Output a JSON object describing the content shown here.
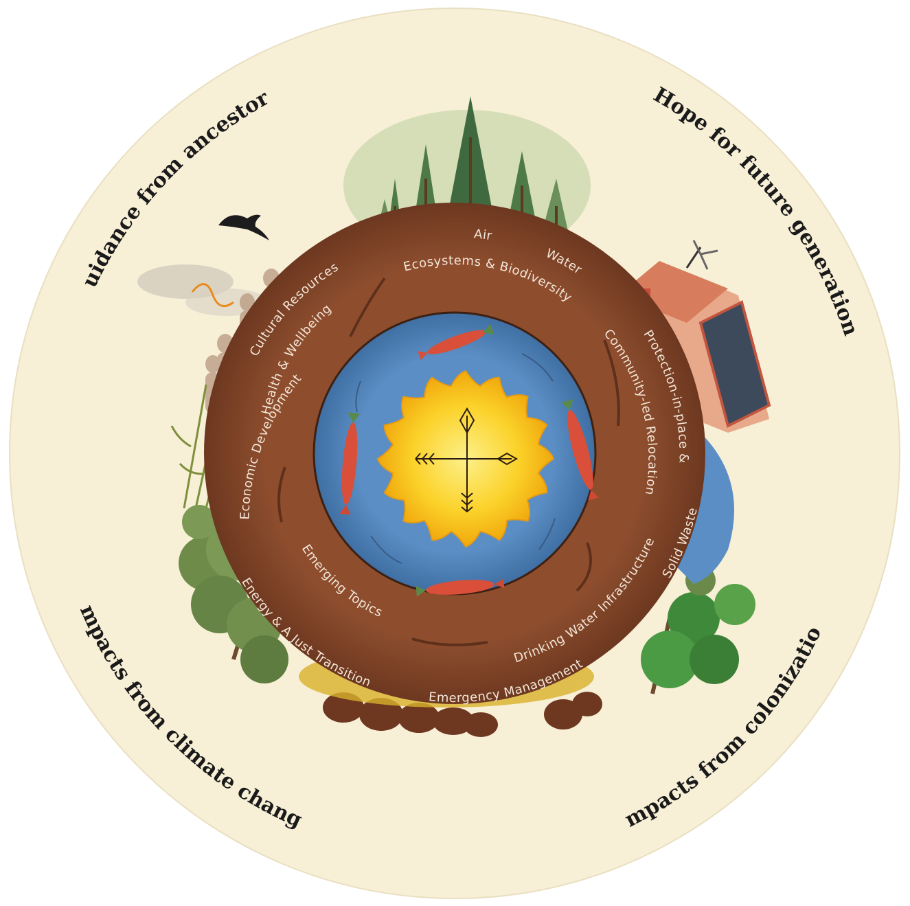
{
  "colors": {
    "background": "#f7efd6",
    "soil": "#8a4a2c",
    "soil_dark": "#6a341e",
    "water": "#4f82b8",
    "sun": "#f5b60e",
    "text_light": "#f3e6d8",
    "ink": "#1a1a1a"
  },
  "quadrants": {
    "top_left": "Guidance from ancestors",
    "top_right": "Hope for future generations",
    "bottom_left": "Impacts from climate change",
    "bottom_right": "Impacts from colonization"
  },
  "topics": {
    "cultural_resources": "Cultural Resources",
    "air": "Air",
    "water": "Water",
    "ecosystems": "Ecosystems & Biodiversity",
    "health": "Health & Wellbeing",
    "economic": "Economic Development",
    "protection": "Protection-in-place &",
    "community": "Community-led Relocation",
    "energy": "Energy & A Just Transition",
    "emerging": "Emerging Topics",
    "drinking_water": "Drinking Water Infrastructure",
    "solid_waste": "Solid Waste",
    "emergency": "Emergency Management"
  },
  "icons": {
    "compass": "four-arrows-compass-icon",
    "fish": "salmon-icon",
    "bird": "eagle-icon",
    "house": "house-with-solar-panels-icon",
    "tree": "tree-icon"
  }
}
